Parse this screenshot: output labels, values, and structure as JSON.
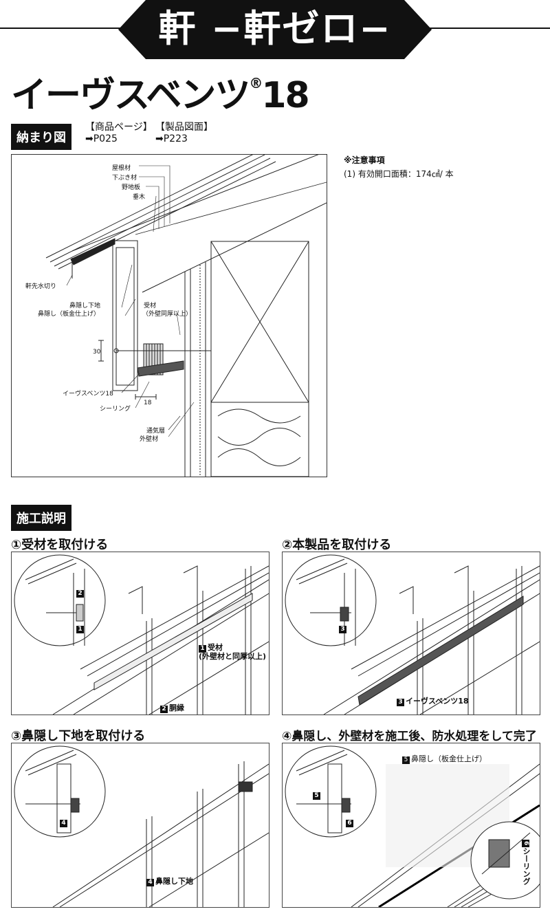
{
  "banner": {
    "title": "軒 −軒ゼロ−"
  },
  "product": {
    "name": "イーヴスベンツ",
    "reg_mark": "®",
    "model": "18"
  },
  "install_diagram": {
    "tag": "納まり図",
    "product_page_label": "【商品ページ】",
    "product_page_ref": "➡P025",
    "drawing_label": "【製品図面】",
    "drawing_ref": "➡P223"
  },
  "notes": {
    "heading": "※注意事項",
    "items": [
      "(1) 有効開口面積：174㎠/ 本"
    ]
  },
  "diagram_labels": {
    "roof": "屋根材",
    "underlay": "下ぶき材",
    "sheathing": "野地板",
    "rafter": "垂木",
    "drip": "軒先水切り",
    "fascia_base": "鼻隠し下地",
    "fascia": "鼻隠し（板金仕上げ）",
    "receiver": "受材",
    "receiver_note": "（外壁同厚以上）",
    "dim_30": "30",
    "dim_18": "18",
    "vent": "イーヴスベンツ18",
    "sealing": "シーリング",
    "air_layer": "通気層",
    "siding": "外壁材"
  },
  "construction": {
    "tag": "施工説明",
    "steps": [
      {
        "title": "①受材を取付ける",
        "labels": [
          {
            "num": "1",
            "text": "受材"
          },
          {
            "num": "",
            "text": "(外壁材と同厚以上)"
          },
          {
            "num": "2",
            "text": "胴縁"
          }
        ]
      },
      {
        "title": "②本製品を取付ける",
        "labels": [
          {
            "num": "3",
            "text": "イーヴスベンツ18"
          }
        ]
      },
      {
        "title": "③鼻隠し下地を取付ける",
        "labels": [
          {
            "num": "4",
            "text": "鼻隠し下地"
          }
        ]
      },
      {
        "title": "④鼻隠し、外壁材を施工後、防水処理をして完了",
        "labels": [
          {
            "num": "5",
            "text": "鼻隠し（板金仕上げ）"
          },
          {
            "num": "6",
            "text": "シーリング"
          }
        ]
      }
    ],
    "inset_nums": {
      "s1": [
        "2",
        "1"
      ],
      "s2": [
        "3"
      ],
      "s3": [
        "4"
      ],
      "s4": [
        "5",
        "6"
      ]
    }
  }
}
